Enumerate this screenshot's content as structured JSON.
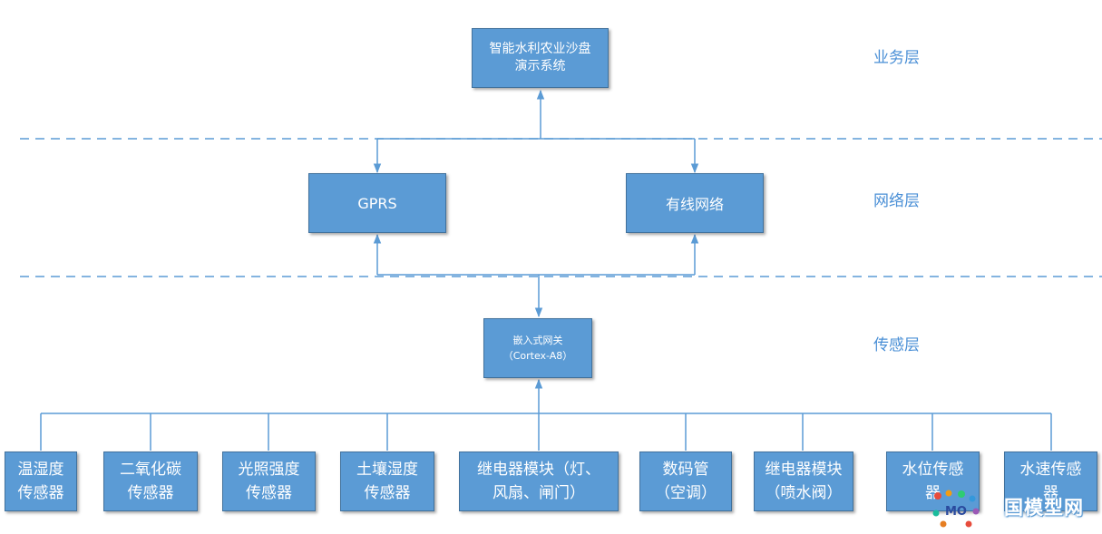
{
  "layers": {
    "business": "业务层",
    "network": "网络层",
    "sensing": "传感层"
  },
  "business": {
    "system_line1": "智能水利农业沙盘",
    "system_line2": "演示系统"
  },
  "network": {
    "gprs": "GPRS",
    "wired": "有线网络"
  },
  "gateway": {
    "line1": "嵌入式网关",
    "line2": "（Cortex-A8）"
  },
  "sensors": [
    {
      "line1": "温湿度",
      "line2": "传感器"
    },
    {
      "line1": "二氧化碳",
      "line2": "传感器"
    },
    {
      "line1": "光照强度",
      "line2": "传感器"
    },
    {
      "line1": "土壤湿度",
      "line2": "传感器"
    },
    {
      "line1": "继电器模块（灯、",
      "line2": "风扇、闸门）"
    },
    {
      "line1": "数码管",
      "line2": "（空调）"
    },
    {
      "line1": "继电器模块",
      "line2": "（喷水阀）"
    },
    {
      "line1": "水位传感",
      "line2": "器"
    },
    {
      "line1": "水速传感",
      "line2": "器"
    }
  ],
  "watermark": {
    "logo_text": "MO",
    "text": "国模型网"
  },
  "colors": {
    "box_fill": "#5B9BD5",
    "box_border": "#41719C",
    "line": "#5B9BD5",
    "layer_label": "#4a8fd6"
  }
}
